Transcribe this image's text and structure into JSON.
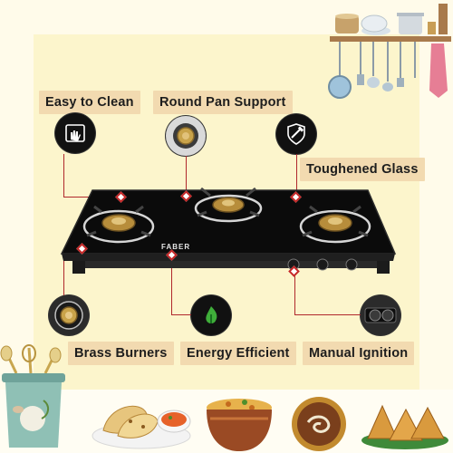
{
  "features": {
    "easy_to_clean": "Easy to Clean",
    "round_pan_support": "Round Pan Support",
    "toughened_glass": "Toughened Glass",
    "brass_burners": "Brass Burners",
    "energy_efficient": "Energy Efficient",
    "manual_ignition": "Manual Ignition"
  },
  "stove": {
    "brand": "FABER"
  },
  "icons": {
    "easy_to_clean": "hand-wipe-icon",
    "round_pan_support": "pan-support-icon",
    "toughened_glass": "glass-hammer-icon",
    "brass_burners": "brass-burner-icon",
    "energy_efficient": "leaf-flame-icon",
    "manual_ignition": "knob-icon"
  },
  "colors": {
    "label_bg": "#f2dab0",
    "connector": "#b0282c",
    "stove_glass": "#0b0b0b"
  }
}
